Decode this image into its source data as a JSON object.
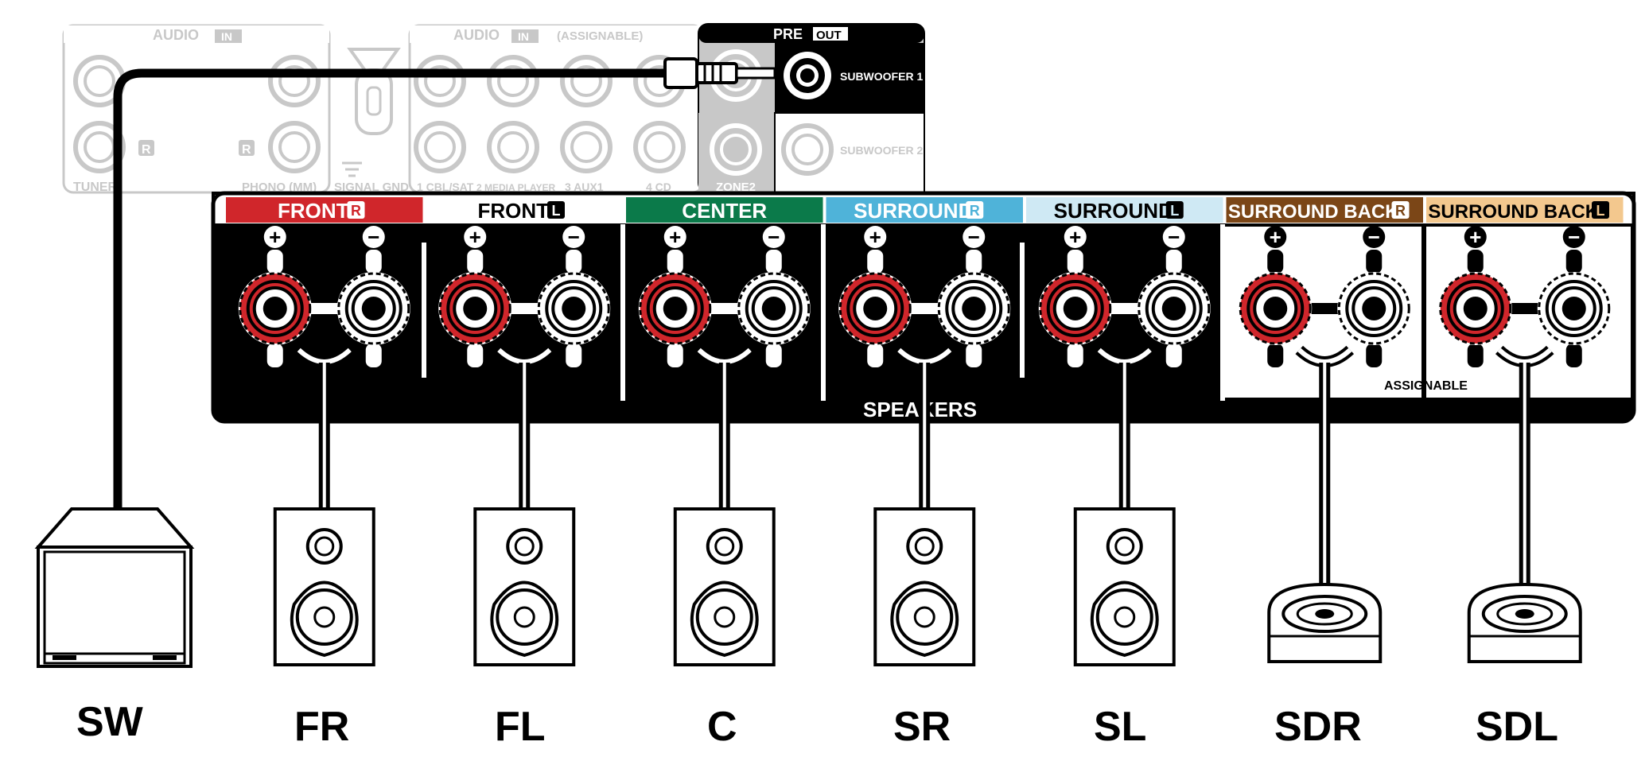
{
  "back_panel": {
    "audio_in_1_label": "AUDIO",
    "audio_in_1_tag": "IN",
    "audio_in_2_label": "AUDIO",
    "audio_in_2_tag": "IN",
    "audio_in_2_note": "(ASSIGNABLE)",
    "r_mark_1": "R",
    "r_mark_2": "R",
    "tuner_label": "TUNER",
    "phono_label": "PHONO (MM)",
    "signal_gnd_label": "SIGNAL GND",
    "input_labels": [
      "1 CBL/SAT",
      "2 MEDIA PLAYER",
      "3 AUX1",
      "4 CD"
    ],
    "pre_out_label": "PRE",
    "pre_out_tag": "OUT",
    "subwoofer_1_label": "SUBWOOFER 1",
    "subwoofer_2_label": "SUBWOOFER 2",
    "zone2_label": "ZONE2"
  },
  "speaker_terminals": {
    "bottom_label": "SPEAKERS",
    "assignable_label": "ASSIGNABLE",
    "channels": [
      {
        "label": "FRONT",
        "side": "R",
        "color": "#d0262b",
        "text_color": "#ffffff"
      },
      {
        "label": "FRONT",
        "side": "L",
        "color": "#ffffff",
        "text_color": "#000000"
      },
      {
        "label": "CENTER",
        "side": "",
        "color": "#0b7a4a",
        "text_color": "#ffffff"
      },
      {
        "label": "SURROUND",
        "side": "R",
        "color": "#4fb3d9",
        "text_color": "#ffffff"
      },
      {
        "label": "SURROUND",
        "side": "L",
        "color": "#cfe9f4",
        "text_color": "#000000"
      },
      {
        "label": "SURROUND BACK",
        "side": "R",
        "color": "#7b4617",
        "text_color": "#ffffff"
      },
      {
        "label": "SURROUND BACK",
        "side": "L",
        "color": "#f3c88e",
        "text_color": "#000000"
      }
    ],
    "plus_symbol": "+",
    "minus_symbol": "−"
  },
  "speakers": [
    "SW",
    "FR",
    "FL",
    "C",
    "SR",
    "SL",
    "SDR",
    "SDL"
  ],
  "colors": {
    "terminal_red": "#d0262b",
    "panel_black": "#000000",
    "ghost_gray": "#c8c8c8"
  }
}
